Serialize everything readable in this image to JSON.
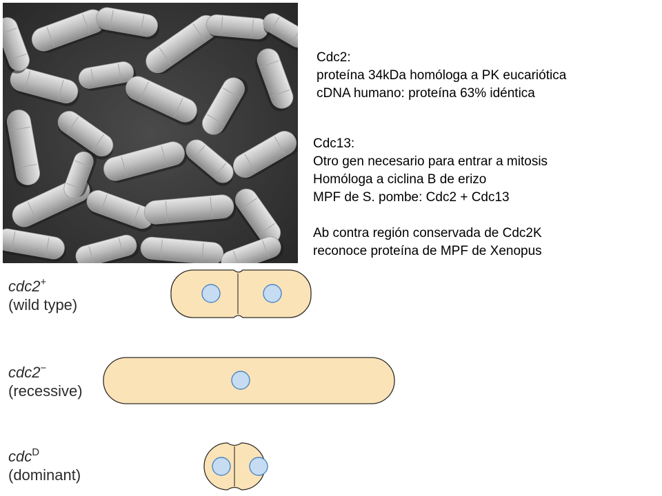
{
  "cdc2_block": {
    "title": "Cdc2:",
    "line1": "proteína 34kDa homóloga a PK eucariótica",
    "line2": "cDNA humano: proteína 63% idéntica"
  },
  "cdc13_block": {
    "title": "Cdc13:",
    "line1": "Otro gen necesario para entrar a mitosis",
    "line2": "Homóloga a ciclina B de erizo",
    "line3": "MPF de S. pombe: Cdc2 + Cdc13",
    "line4": "Ab contra región conservada de Cdc2K",
    "line5": "reconoce proteína de MPF de Xenopus"
  },
  "genotypes": {
    "wild_type": {
      "gene": "cdc2",
      "superscript": "+",
      "label": "(wild type)"
    },
    "recessive": {
      "gene": "cdc2",
      "superscript": "−",
      "label": "(recessive)"
    },
    "dominant": {
      "gene": "cdc",
      "superscript": "D",
      "label": "(dominant)"
    }
  },
  "colors": {
    "cell_fill": "#fbe3b8",
    "cell_stroke": "#2e2a25",
    "nucleus_fill": "#c6dcf2",
    "nucleus_stroke": "#4a86c5",
    "micrograph_bg": "#3b3b3b",
    "micrograph_cell": "#d0d0d0"
  }
}
